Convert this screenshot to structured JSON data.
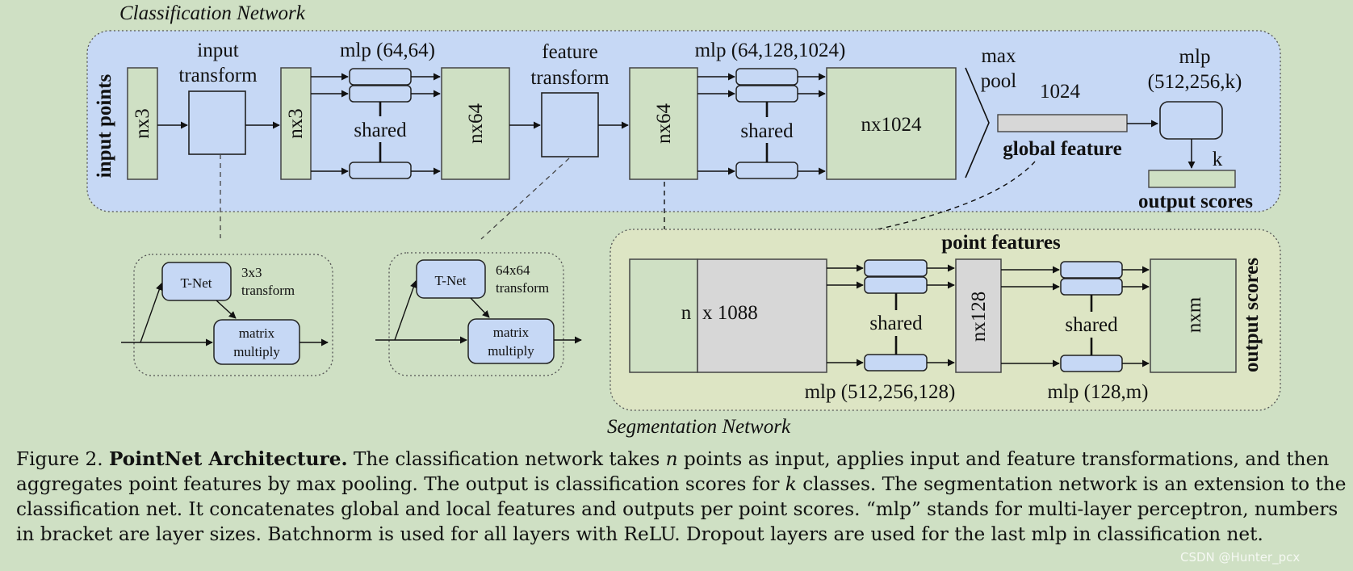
{
  "sections": {
    "classification": "Classification Network",
    "segmentation": "Segmentation Network"
  },
  "labels": {
    "input_points": "input points",
    "nx3_a": "nx3",
    "input_transform_1": "input",
    "input_transform_2": "transform",
    "nx3_b": "nx3",
    "mlp_64_64": "mlp (64,64)",
    "shared_1": "shared",
    "nx64_a": "nx64",
    "feature_transform_1": "feature",
    "feature_transform_2": "transform",
    "nx64_b": "nx64",
    "mlp_64_128_1024": "mlp (64,128,1024)",
    "shared_2": "shared",
    "nx1024": "nx1024",
    "max": "max",
    "pool": "pool",
    "dim_1024": "1024",
    "global_feature": "global feature",
    "mlp_512_256_k_1": "mlp",
    "mlp_512_256_k_2": "(512,256,k)",
    "k": "k",
    "output_scores_cls": "output scores",
    "tnet_1": "T-Net",
    "transform_3x3_1": "3x3",
    "transform_3x3_2": "transform",
    "matrix_1a": "matrix",
    "matrix_1b": "multiply",
    "tnet_2": "T-Net",
    "transform_64_1": "64x64",
    "transform_64_2": "transform",
    "matrix_2a": "matrix",
    "matrix_2b": "multiply",
    "point_features": "point features",
    "n": "n",
    "x1088": "x 1088",
    "shared_3": "shared",
    "nx128": "nx128",
    "shared_4": "shared",
    "nxm": "nxm",
    "mlp_512_256_128": "mlp (512,256,128)",
    "mlp_128_m": "mlp (128,m)",
    "output_scores_seg": "output scores"
  },
  "caption": {
    "fig_no": "Figure 2.",
    "title": "PointNet Architecture.",
    "p1": "The classification network takes",
    "var_n": "n",
    "p2": "points as input, applies input and feature transformations, and then aggregates point features by max pooling. The output is classification scores for",
    "var_k": "k",
    "p3": "classes. The segmentation network is an extension to the classification net. It concatenates global and local features and outputs per point scores. “mlp” stands for multi-layer perceptron, numbers in bracket are layer sizes. Batchnorm is used for all layers with ReLU. Dropout layers are used for the last mlp in classification net."
  },
  "watermark": "CSDN @Hunter_pcx",
  "colors": {
    "page_bg": "#cfe0c4",
    "classification_bg": "#c6d8f5",
    "segmentation_bg": "#dde5c4",
    "green_box": "#cfe0c4",
    "gray_box": "#d7d7d7",
    "blue_box": "#c6d8f5"
  }
}
